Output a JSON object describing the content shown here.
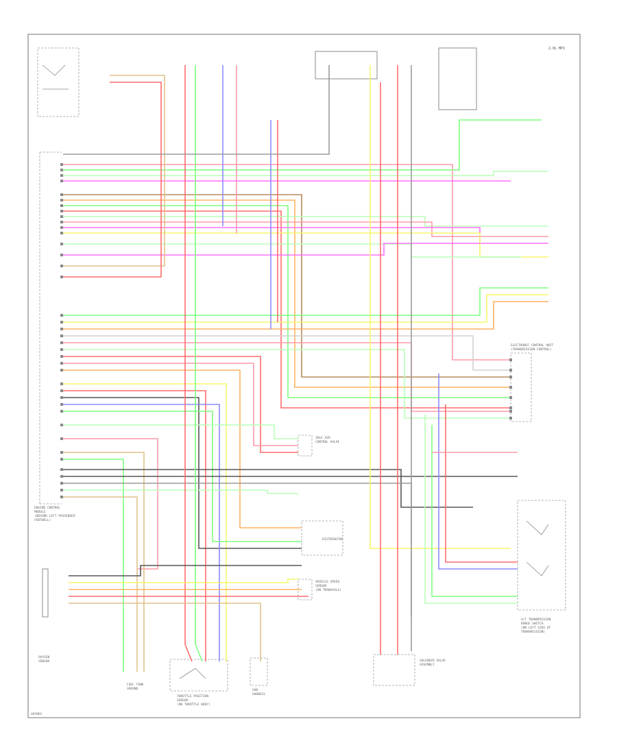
{
  "diagram": {
    "top_right_note": "2.0L MPI",
    "blocks": [
      {
        "id": "engine-control-module",
        "lines": [
          "ENGINE CONTROL",
          "MODULE",
          "(BEHIND LEFT PASSENGER",
          "FOOTWELL)"
        ]
      },
      {
        "id": "distributor",
        "lines": [
          "DISTRIBUTOR"
        ]
      },
      {
        "id": "throttle-position-sensor",
        "lines": [
          "THROTTLE POSITION",
          "SENSOR",
          "(ON THROTTLE BODY)"
        ]
      },
      {
        "id": "at-transmission-range-switch",
        "lines": [
          "A/T TRANSMISSION",
          "RANGE SWITCH",
          "(ON LEFT SIDE OF",
          "TRANSMISSION)"
        ]
      },
      {
        "id": "solenoid-valve-assembly",
        "lines": [
          "SOLENOID VALVE",
          "ASSEMBLY"
        ]
      },
      {
        "id": "electronic-control-unit",
        "lines": [
          "ELECTRONIC CONTROL UNIT",
          "(TRANSMISSION CONTROL)"
        ]
      },
      {
        "id": "idle-air-control",
        "lines": [
          "IDLE AIR",
          "CONTROL VALVE"
        ]
      },
      {
        "id": "vehicle-speed-sensor",
        "lines": [
          "VEHICLE SPEED",
          "SENSOR",
          "(ON TRANSAXLE)"
        ]
      },
      {
        "id": "sub-harness",
        "lines": [
          "SUB",
          "HARNESS"
        ]
      },
      {
        "id": "o2-sensor",
        "lines": [
          "OXYGEN",
          "SENSOR"
        ]
      },
      {
        "id": "fuel-tank-ground",
        "lines": [
          "FUEL TANK",
          "GROUND"
        ]
      }
    ],
    "legend_bottom_left": "HAYNES"
  }
}
